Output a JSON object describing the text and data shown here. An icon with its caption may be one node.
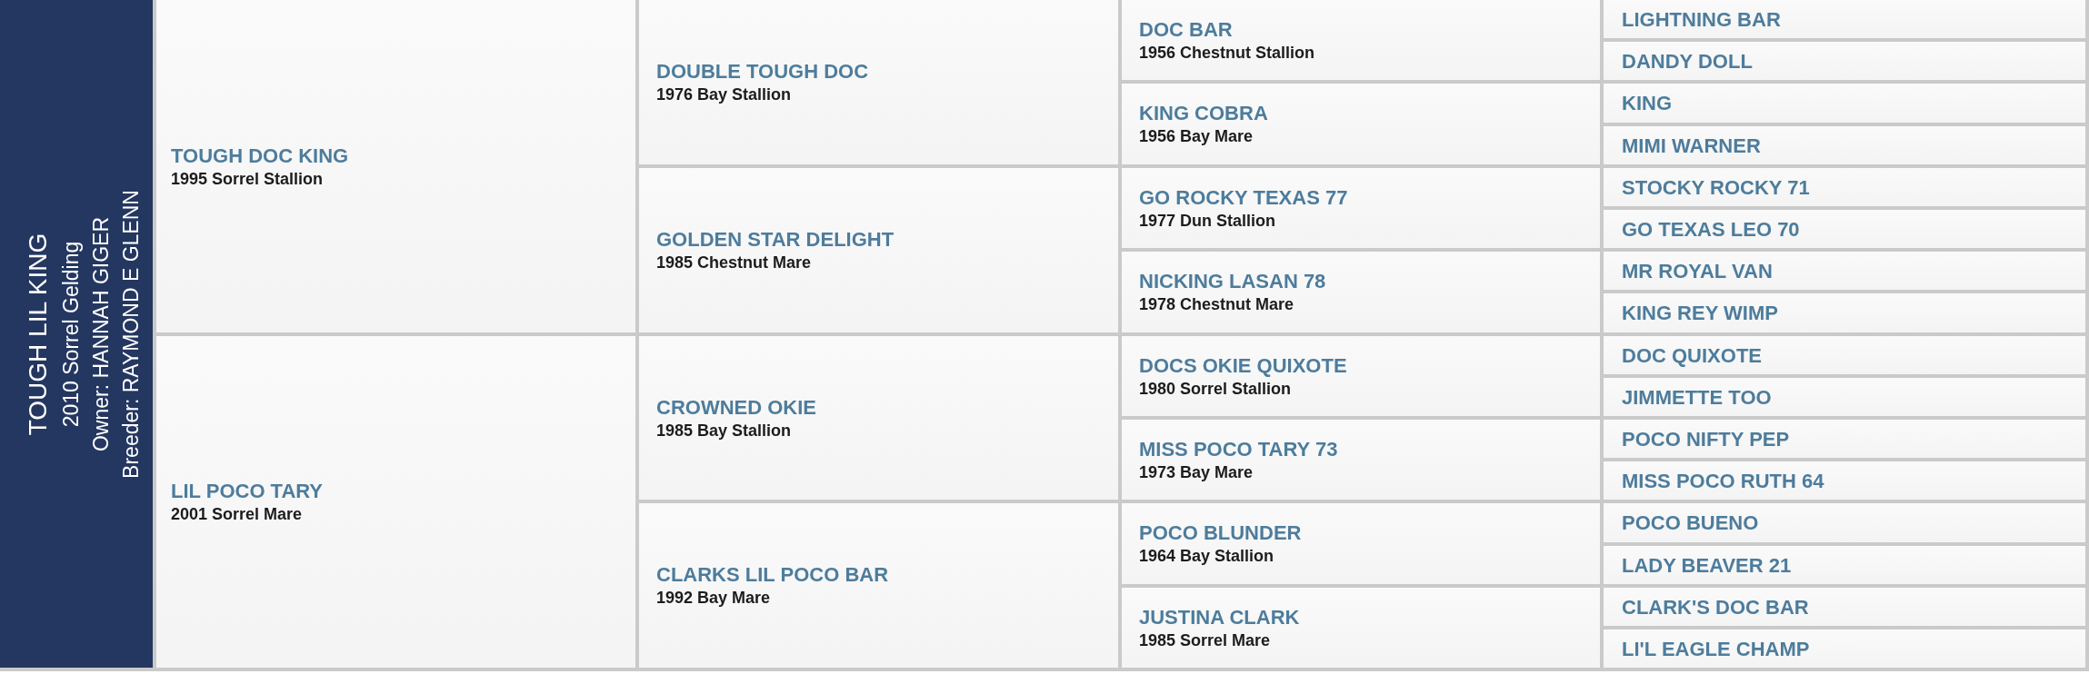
{
  "diagram": {
    "nodes": [
      {
        "text": [
          "TOUGH LIL KING",
          "2010 Sorrel Gelding",
          "Owner: HANNAH GIGER",
          "Breeder: RAYMOND E GLENN"
        ]
      },
      {
        "text": [
          "TOUGH DOC KING",
          "1995 Sorrel Stallion"
        ]
      },
      {
        "text": [
          "LIL POCO TARY",
          "2001 Sorrel Mare"
        ]
      },
      {
        "text": [
          "DOUBLE TOUGH DOC",
          "1976 Bay Stallion"
        ]
      },
      {
        "text": [
          "GOLDEN STAR DELIGHT",
          "1985 Chestnut Mare"
        ]
      },
      {
        "text": [
          "CROWNED OKIE",
          "1985 Bay Stallion"
        ]
      },
      {
        "text": [
          "CLARKS LIL POCO BAR",
          "1992 Bay Mare"
        ]
      },
      {
        "text": [
          "DOC BAR",
          "1956 Chestnut Stallion"
        ]
      },
      {
        "text": [
          "KING COBRA",
          "1956 Bay Mare"
        ]
      },
      {
        "text": [
          "GO ROCKY TEXAS 77",
          "1977 Dun Stallion"
        ]
      },
      {
        "text": [
          "NICKING LASAN 78",
          "1978 Chestnut Mare"
        ]
      },
      {
        "text": [
          "DOCS OKIE QUIXOTE",
          "1980 Sorrel Stallion"
        ]
      },
      {
        "text": [
          "MISS POCO TARY 73",
          "1973 Bay Mare"
        ]
      },
      {
        "text": [
          "POCO BLUNDER",
          "1964 Bay Stallion"
        ]
      },
      {
        "text": [
          "JUSTINA CLARK",
          "1985 Sorrel Mare"
        ]
      },
      {
        "text": [
          "LIGHTNING BAR"
        ]
      },
      {
        "text": [
          "DANDY DOLL"
        ]
      },
      {
        "text": [
          "KING"
        ]
      },
      {
        "text": [
          "MIMI WARNER"
        ]
      },
      {
        "text": [
          "STOCKY ROCKY 71"
        ]
      },
      {
        "text": [
          "GO TEXAS LEO 70"
        ]
      },
      {
        "text": [
          "MR ROYAL VAN"
        ]
      },
      {
        "text": [
          "KING REY WIMP"
        ]
      },
      {
        "text": [
          "DOC QUIXOTE"
        ]
      },
      {
        "text": [
          "JIMMETTE TOO"
        ]
      },
      {
        "text": [
          "POCO NIFTY PEP"
        ]
      },
      {
        "text": [
          "MISS POCO RUTH 64"
        ]
      },
      {
        "text": [
          "POCO BUENO"
        ]
      },
      {
        "text": [
          "LADY BEAVER 21"
        ]
      },
      {
        "text": [
          "CLARK'S DOC BAR"
        ]
      },
      {
        "text": [
          "LI'L EAGLE CHAMP"
        ]
      }
    ]
  }
}
